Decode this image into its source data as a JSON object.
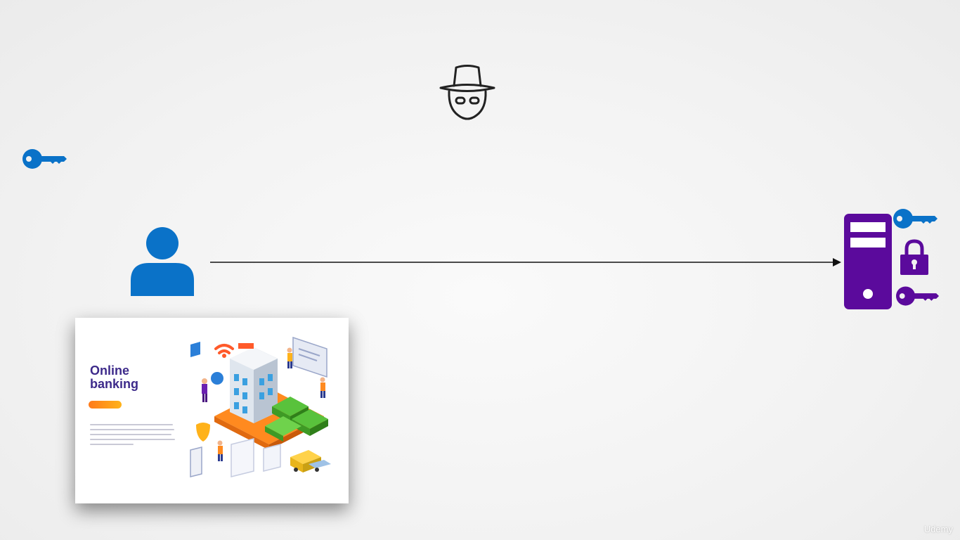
{
  "colors": {
    "client_blue": "#0a72c8",
    "server_purple": "#5b0a9c",
    "arrow": "#111111",
    "hacker_outline": "#222222",
    "card_title": "#3d2a8a"
  },
  "icons": {
    "hacker": "hacker-icon",
    "client_key": "key-icon",
    "user": "user-icon",
    "server": "server-icon",
    "server_public_key": "key-icon",
    "server_lock": "lock-icon",
    "server_private_key": "key-icon"
  },
  "card": {
    "title_line1": "Online",
    "title_line2": "banking"
  },
  "watermark": "Udemy"
}
